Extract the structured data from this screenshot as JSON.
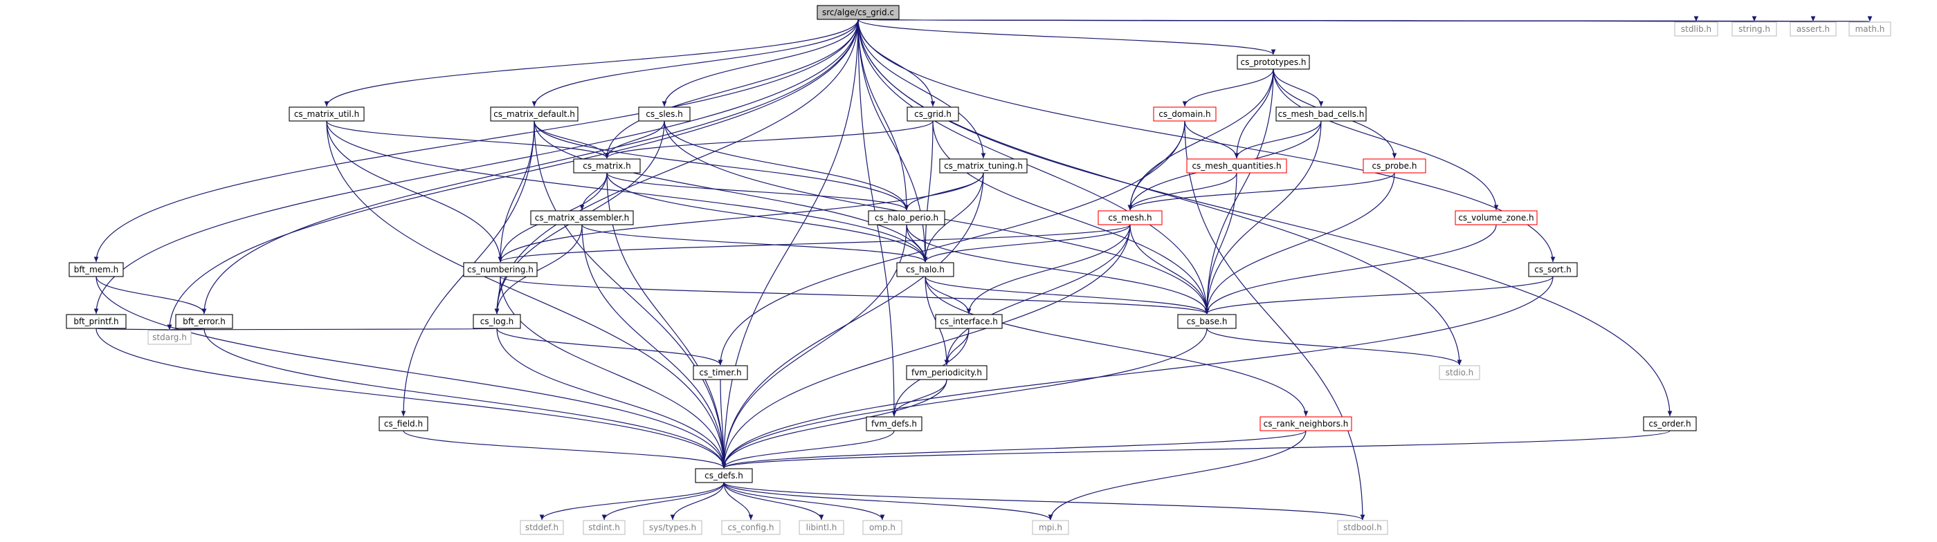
{
  "graph": {
    "colors": {
      "edge": "#191970",
      "normal_border": "#000000",
      "missing_border": "#ff0000",
      "external_border": "#bfbfbf",
      "external_text": "#7f7f7f",
      "root_fill": "#bfbfbf",
      "normal_fill": "#ffffff"
    },
    "nodes": [
      {
        "id": "cs_grid_c",
        "label": "src/alge/cs_grid.c",
        "kind": "root"
      },
      {
        "id": "stdlib_h",
        "label": "stdlib.h",
        "kind": "external"
      },
      {
        "id": "string_h",
        "label": "string.h",
        "kind": "external"
      },
      {
        "id": "assert_h",
        "label": "assert.h",
        "kind": "external"
      },
      {
        "id": "math_h",
        "label": "math.h",
        "kind": "external"
      },
      {
        "id": "cs_prototypes_h",
        "label": "cs_prototypes.h",
        "kind": "normal"
      },
      {
        "id": "cs_matrix_util_h",
        "label": "cs_matrix_util.h",
        "kind": "normal"
      },
      {
        "id": "cs_matrix_default_h",
        "label": "cs_matrix_default.h",
        "kind": "normal"
      },
      {
        "id": "cs_sles_h",
        "label": "cs_sles.h",
        "kind": "normal"
      },
      {
        "id": "cs_grid_h",
        "label": "cs_grid.h",
        "kind": "normal"
      },
      {
        "id": "cs_domain_h",
        "label": "cs_domain.h",
        "kind": "missing"
      },
      {
        "id": "cs_mesh_bad_cells_h",
        "label": "cs_mesh_bad_cells.h",
        "kind": "normal"
      },
      {
        "id": "cs_matrix_h",
        "label": "cs_matrix.h",
        "kind": "normal"
      },
      {
        "id": "cs_matrix_tuning_h",
        "label": "cs_matrix_tuning.h",
        "kind": "normal"
      },
      {
        "id": "cs_mesh_quantities_h",
        "label": "cs_mesh_quantities.h",
        "kind": "missing"
      },
      {
        "id": "cs_probe_h",
        "label": "cs_probe.h",
        "kind": "missing"
      },
      {
        "id": "cs_matrix_assembler_h",
        "label": "cs_matrix_assembler.h",
        "kind": "normal"
      },
      {
        "id": "cs_halo_perio_h",
        "label": "cs_halo_perio.h",
        "kind": "normal"
      },
      {
        "id": "cs_mesh_h",
        "label": "cs_mesh.h",
        "kind": "missing"
      },
      {
        "id": "cs_volume_zone_h",
        "label": "cs_volume_zone.h",
        "kind": "missing"
      },
      {
        "id": "bft_mem_h",
        "label": "bft_mem.h",
        "kind": "normal"
      },
      {
        "id": "cs_numbering_h",
        "label": "cs_numbering.h",
        "kind": "normal"
      },
      {
        "id": "cs_halo_h",
        "label": "cs_halo.h",
        "kind": "normal"
      },
      {
        "id": "cs_sort_h",
        "label": "cs_sort.h",
        "kind": "normal"
      },
      {
        "id": "bft_printf_h",
        "label": "bft_printf.h",
        "kind": "normal"
      },
      {
        "id": "bft_error_h",
        "label": "bft_error.h",
        "kind": "normal"
      },
      {
        "id": "cs_log_h",
        "label": "cs_log.h",
        "kind": "normal"
      },
      {
        "id": "cs_interface_h",
        "label": "cs_interface.h",
        "kind": "normal"
      },
      {
        "id": "cs_base_h",
        "label": "cs_base.h",
        "kind": "normal"
      },
      {
        "id": "stdarg_h",
        "label": "stdarg.h",
        "kind": "external"
      },
      {
        "id": "stdio_h",
        "label": "stdio.h",
        "kind": "external"
      },
      {
        "id": "cs_timer_h",
        "label": "cs_timer.h",
        "kind": "normal"
      },
      {
        "id": "fvm_periodicity_h",
        "label": "fvm_periodicity.h",
        "kind": "normal"
      },
      {
        "id": "cs_field_h",
        "label": "cs_field.h",
        "kind": "normal"
      },
      {
        "id": "fvm_defs_h",
        "label": "fvm_defs.h",
        "kind": "normal"
      },
      {
        "id": "cs_rank_neighbors_h",
        "label": "cs_rank_neighbors.h",
        "kind": "missing"
      },
      {
        "id": "cs_order_h",
        "label": "cs_order.h",
        "kind": "normal"
      },
      {
        "id": "cs_defs_h",
        "label": "cs_defs.h",
        "kind": "normal"
      },
      {
        "id": "stddef_h",
        "label": "stddef.h",
        "kind": "external"
      },
      {
        "id": "stdint_h",
        "label": "stdint.h",
        "kind": "external"
      },
      {
        "id": "sys_types_h",
        "label": "sys/types.h",
        "kind": "external"
      },
      {
        "id": "cs_config_h",
        "label": "cs_config.h",
        "kind": "external"
      },
      {
        "id": "libintl_h",
        "label": "libintl.h",
        "kind": "external"
      },
      {
        "id": "omp_h",
        "label": "omp.h",
        "kind": "external"
      },
      {
        "id": "mpi_h",
        "label": "mpi.h",
        "kind": "external"
      },
      {
        "id": "stdbool_h",
        "label": "stdbool.h",
        "kind": "external"
      }
    ],
    "edges": [
      [
        "cs_grid_c",
        "stdlib_h"
      ],
      [
        "cs_grid_c",
        "string_h"
      ],
      [
        "cs_grid_c",
        "assert_h"
      ],
      [
        "cs_grid_c",
        "math_h"
      ],
      [
        "cs_grid_c",
        "cs_prototypes_h"
      ],
      [
        "cs_grid_c",
        "cs_matrix_util_h"
      ],
      [
        "cs_grid_c",
        "cs_matrix_default_h"
      ],
      [
        "cs_grid_c",
        "cs_sles_h"
      ],
      [
        "cs_grid_c",
        "cs_grid_h"
      ],
      [
        "cs_grid_c",
        "cs_matrix_h"
      ],
      [
        "cs_grid_c",
        "cs_matrix_tuning_h"
      ],
      [
        "cs_grid_c",
        "cs_halo_perio_h"
      ],
      [
        "cs_grid_c",
        "cs_halo_h"
      ],
      [
        "cs_grid_c",
        "cs_base_h"
      ],
      [
        "cs_grid_c",
        "bft_mem_h"
      ],
      [
        "cs_grid_c",
        "bft_printf_h"
      ],
      [
        "cs_grid_c",
        "bft_error_h"
      ],
      [
        "cs_grid_c",
        "stdarg_h"
      ],
      [
        "cs_grid_c",
        "cs_log_h"
      ],
      [
        "cs_grid_c",
        "cs_sort_h"
      ],
      [
        "cs_grid_c",
        "stdio_h"
      ],
      [
        "cs_grid_c",
        "fvm_defs_h"
      ],
      [
        "cs_grid_c",
        "cs_order_h"
      ],
      [
        "cs_grid_c",
        "cs_defs_h"
      ],
      [
        "cs_prototypes_h",
        "cs_domain_h"
      ],
      [
        "cs_prototypes_h",
        "cs_mesh_bad_cells_h"
      ],
      [
        "cs_prototypes_h",
        "cs_mesh_quantities_h"
      ],
      [
        "cs_prototypes_h",
        "cs_probe_h"
      ],
      [
        "cs_prototypes_h",
        "cs_mesh_h"
      ],
      [
        "cs_prototypes_h",
        "cs_volume_zone_h"
      ],
      [
        "cs_prototypes_h",
        "cs_base_h"
      ],
      [
        "cs_matrix_util_h",
        "cs_matrix_h"
      ],
      [
        "cs_matrix_util_h",
        "cs_numbering_h"
      ],
      [
        "cs_matrix_util_h",
        "cs_halo_h"
      ],
      [
        "cs_matrix_util_h",
        "cs_defs_h"
      ],
      [
        "cs_matrix_default_h",
        "cs_matrix_h"
      ],
      [
        "cs_matrix_default_h",
        "cs_halo_perio_h"
      ],
      [
        "cs_matrix_default_h",
        "cs_halo_h"
      ],
      [
        "cs_matrix_default_h",
        "cs_numbering_h"
      ],
      [
        "cs_matrix_default_h",
        "cs_field_h"
      ],
      [
        "cs_matrix_default_h",
        "cs_defs_h"
      ],
      [
        "cs_sles_h",
        "cs_matrix_h"
      ],
      [
        "cs_sles_h",
        "cs_halo_perio_h"
      ],
      [
        "cs_sles_h",
        "cs_log_h"
      ],
      [
        "cs_sles_h",
        "cs_base_h"
      ],
      [
        "cs_grid_h",
        "cs_matrix_h"
      ],
      [
        "cs_grid_h",
        "cs_halo_h"
      ],
      [
        "cs_grid_h",
        "cs_base_h"
      ],
      [
        "cs_domain_h",
        "cs_mesh_h"
      ],
      [
        "cs_domain_h",
        "cs_mesh_quantities_h"
      ],
      [
        "cs_domain_h",
        "cs_timer_h"
      ],
      [
        "cs_domain_h",
        "stdbool_h"
      ],
      [
        "cs_mesh_bad_cells_h",
        "cs_mesh_quantities_h"
      ],
      [
        "cs_mesh_bad_cells_h",
        "cs_mesh_h"
      ],
      [
        "cs_mesh_bad_cells_h",
        "cs_base_h"
      ],
      [
        "cs_matrix_h",
        "cs_matrix_assembler_h"
      ],
      [
        "cs_matrix_h",
        "cs_halo_perio_h"
      ],
      [
        "cs_matrix_h",
        "cs_halo_h"
      ],
      [
        "cs_matrix_h",
        "cs_numbering_h"
      ],
      [
        "cs_matrix_h",
        "cs_defs_h"
      ],
      [
        "cs_matrix_tuning_h",
        "cs_halo_perio_h"
      ],
      [
        "cs_matrix_tuning_h",
        "cs_halo_h"
      ],
      [
        "cs_matrix_tuning_h",
        "cs_numbering_h"
      ],
      [
        "cs_matrix_tuning_h",
        "cs_defs_h"
      ],
      [
        "cs_mesh_quantities_h",
        "cs_mesh_h"
      ],
      [
        "cs_mesh_quantities_h",
        "cs_base_h"
      ],
      [
        "cs_probe_h",
        "cs_mesh_h"
      ],
      [
        "cs_probe_h",
        "cs_base_h"
      ],
      [
        "cs_matrix_assembler_h",
        "cs_halo_h"
      ],
      [
        "cs_matrix_assembler_h",
        "cs_log_h"
      ],
      [
        "cs_matrix_assembler_h",
        "cs_defs_h"
      ],
      [
        "cs_halo_perio_h",
        "cs_halo_h"
      ],
      [
        "cs_halo_perio_h",
        "cs_base_h"
      ],
      [
        "cs_halo_perio_h",
        "cs_defs_h"
      ],
      [
        "cs_mesh_h",
        "cs_halo_h"
      ],
      [
        "cs_mesh_h",
        "cs_numbering_h"
      ],
      [
        "cs_mesh_h",
        "cs_base_h"
      ],
      [
        "cs_mesh_h",
        "cs_interface_h"
      ],
      [
        "cs_mesh_h",
        "fvm_periodicity_h"
      ],
      [
        "cs_mesh_h",
        "cs_defs_h"
      ],
      [
        "cs_volume_zone_h",
        "cs_base_h"
      ],
      [
        "bft_mem_h",
        "bft_error_h"
      ],
      [
        "bft_mem_h",
        "cs_defs_h"
      ],
      [
        "cs_numbering_h",
        "cs_log_h"
      ],
      [
        "cs_numbering_h",
        "cs_base_h"
      ],
      [
        "cs_numbering_h",
        "cs_defs_h"
      ],
      [
        "cs_halo_h",
        "cs_base_h"
      ],
      [
        "cs_halo_h",
        "cs_interface_h"
      ],
      [
        "cs_halo_h",
        "fvm_periodicity_h"
      ],
      [
        "cs_halo_h",
        "cs_rank_neighbors_h"
      ],
      [
        "cs_sort_h",
        "cs_base_h"
      ],
      [
        "cs_sort_h",
        "cs_defs_h"
      ],
      [
        "bft_printf_h",
        "stdarg_h"
      ],
      [
        "bft_printf_h",
        "cs_defs_h"
      ],
      [
        "bft_error_h",
        "stdarg_h"
      ],
      [
        "bft_error_h",
        "cs_defs_h"
      ],
      [
        "cs_log_h",
        "stdarg_h"
      ],
      [
        "cs_log_h",
        "cs_timer_h"
      ],
      [
        "cs_log_h",
        "cs_defs_h"
      ],
      [
        "cs_interface_h",
        "fvm_periodicity_h"
      ],
      [
        "cs_interface_h",
        "fvm_defs_h"
      ],
      [
        "cs_base_h",
        "stdio_h"
      ],
      [
        "cs_base_h",
        "cs_defs_h"
      ],
      [
        "cs_timer_h",
        "cs_defs_h"
      ],
      [
        "fvm_periodicity_h",
        "fvm_defs_h"
      ],
      [
        "fvm_periodicity_h",
        "cs_defs_h"
      ],
      [
        "cs_field_h",
        "cs_defs_h"
      ],
      [
        "fvm_defs_h",
        "cs_defs_h"
      ],
      [
        "cs_rank_neighbors_h",
        "cs_defs_h"
      ],
      [
        "cs_rank_neighbors_h",
        "mpi_h"
      ],
      [
        "cs_order_h",
        "cs_defs_h"
      ],
      [
        "cs_defs_h",
        "stddef_h"
      ],
      [
        "cs_defs_h",
        "stdint_h"
      ],
      [
        "cs_defs_h",
        "sys_types_h"
      ],
      [
        "cs_defs_h",
        "cs_config_h"
      ],
      [
        "cs_defs_h",
        "libintl_h"
      ],
      [
        "cs_defs_h",
        "omp_h"
      ],
      [
        "cs_defs_h",
        "mpi_h"
      ],
      [
        "cs_defs_h",
        "stdbool_h"
      ]
    ]
  }
}
